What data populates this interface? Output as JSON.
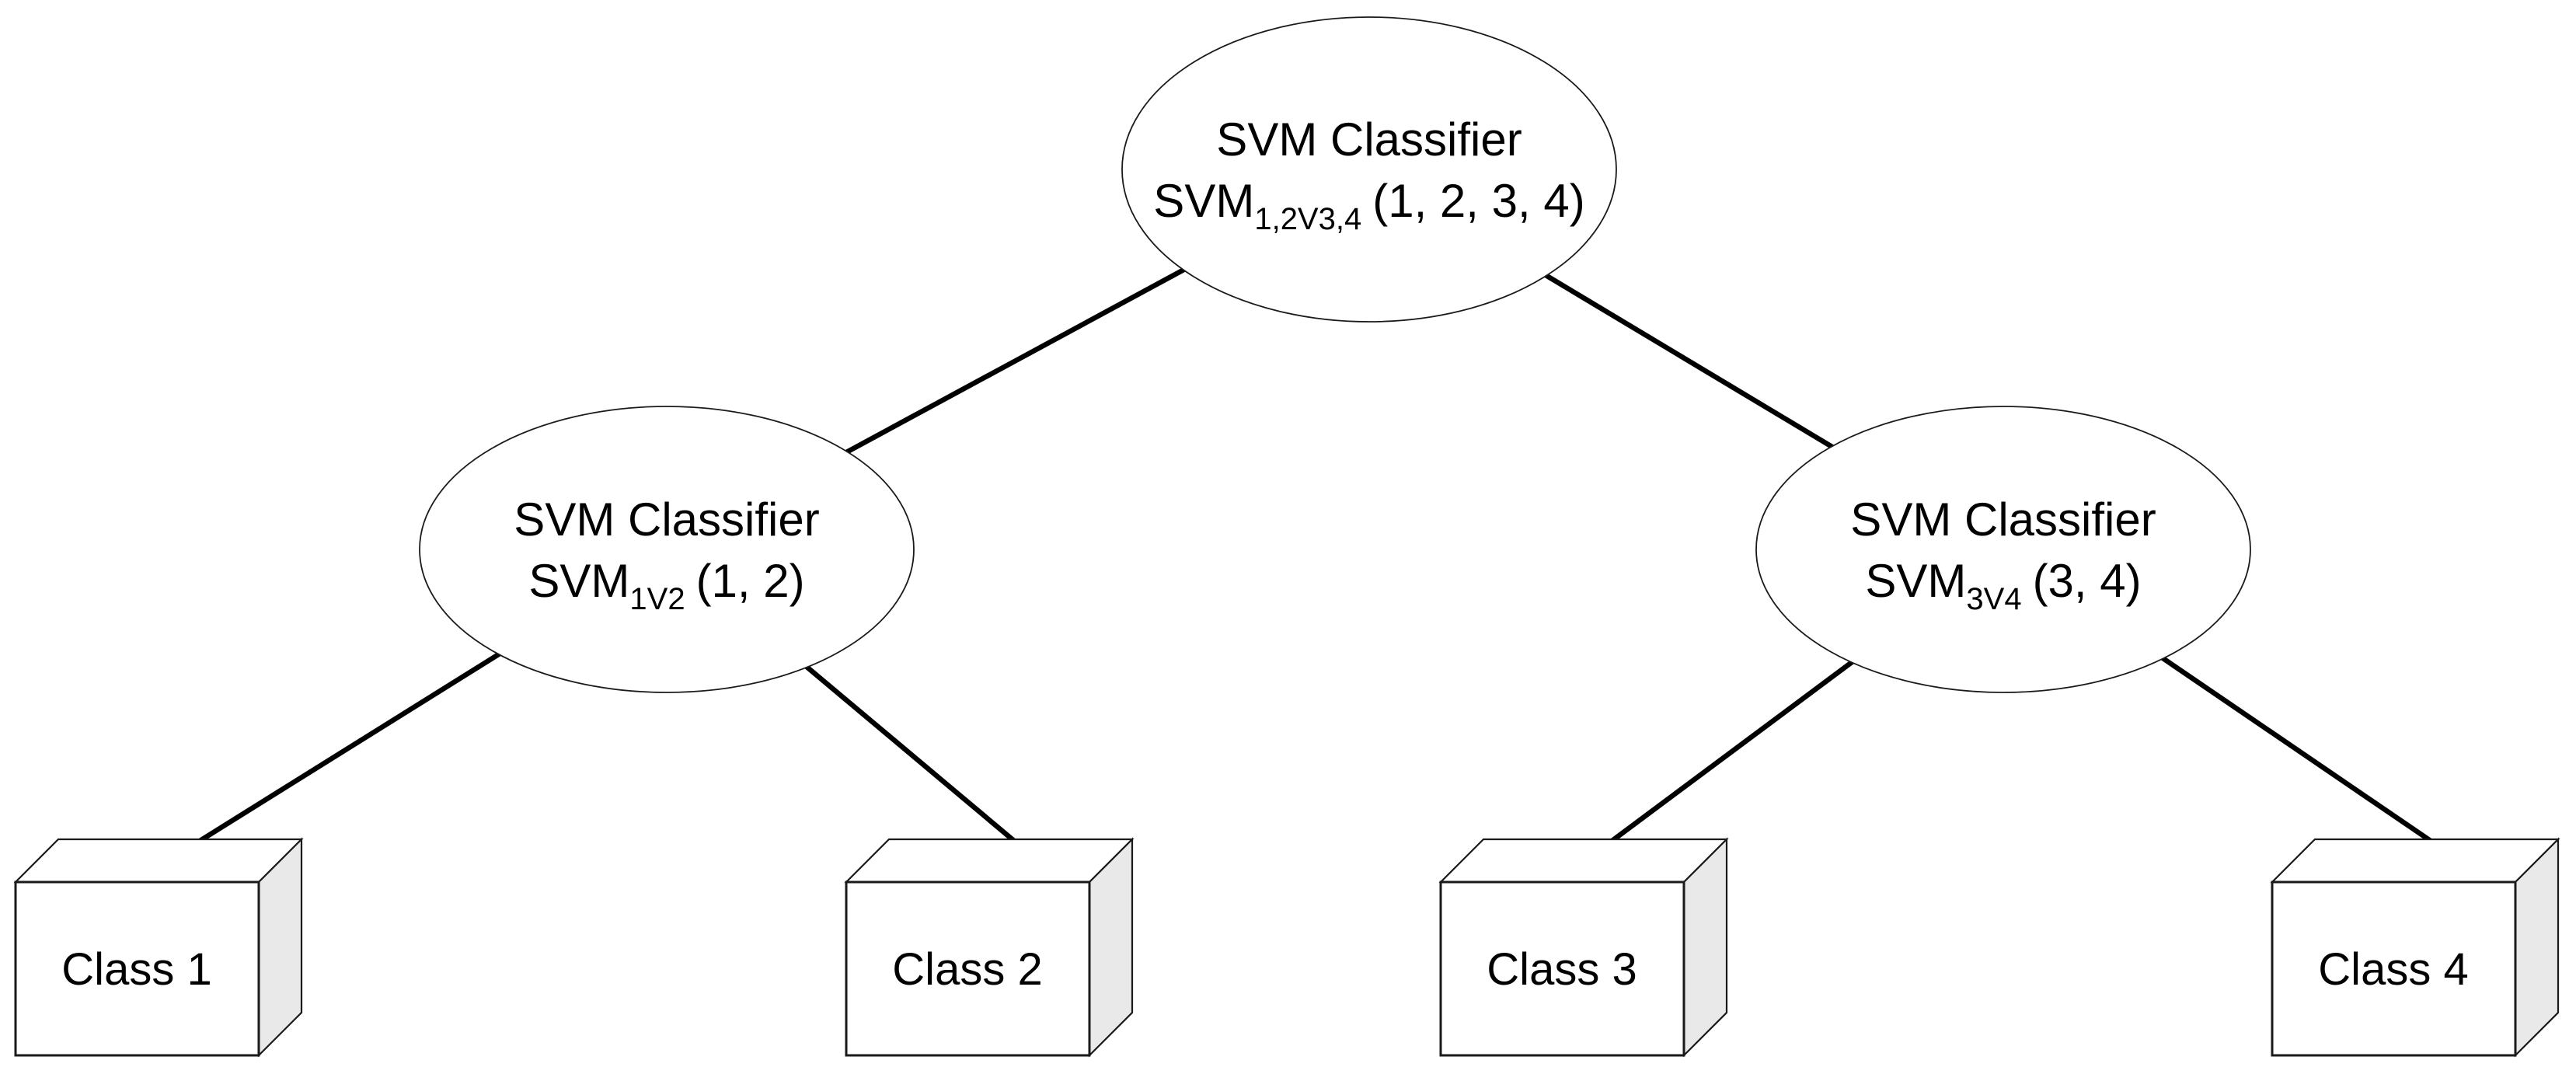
{
  "diagram": {
    "type": "binary-tree",
    "subject": "SVM classifier hierarchy",
    "nodes": {
      "root": {
        "title": "SVM Classifier",
        "svm": "SVM",
        "sub": "1,2V3,4",
        "args": "(1, 2, 3, 4)"
      },
      "left": {
        "title": "SVM Classifier",
        "svm": "SVM",
        "sub": "1V2",
        "args": "(1, 2)"
      },
      "right": {
        "title": "SVM Classifier",
        "svm": "SVM",
        "sub": "3V4",
        "args": "(3, 4)"
      }
    },
    "leaves": [
      {
        "label": "Class 1"
      },
      {
        "label": "Class 2"
      },
      {
        "label": "Class 3"
      },
      {
        "label": "Class 4"
      }
    ],
    "edges": [
      {
        "from": "root",
        "to": "left"
      },
      {
        "from": "root",
        "to": "right"
      },
      {
        "from": "left",
        "to": "class-1"
      },
      {
        "from": "left",
        "to": "class-2"
      },
      {
        "from": "right",
        "to": "class-3"
      },
      {
        "from": "right",
        "to": "class-4"
      }
    ],
    "colors": {
      "background": "#ffffff",
      "edge_line": "#000000",
      "node_stroke": "#1a1a1a",
      "node_fill": "#ffffff",
      "box_side_fill": "#e9e9e9",
      "text": "#000000"
    }
  }
}
